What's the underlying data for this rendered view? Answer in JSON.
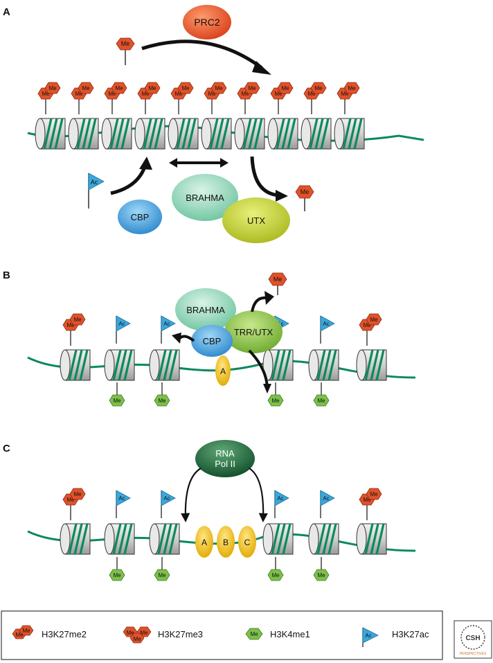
{
  "panels": {
    "a": {
      "letter": "A"
    },
    "b": {
      "letter": "B"
    },
    "c": {
      "letter": "C"
    }
  },
  "marks": {
    "me": "Me",
    "ac": "Ac"
  },
  "proteins": {
    "prc2": "PRC2",
    "brahma": "BRAHMA",
    "cbp": "CBP",
    "utx": "UTX",
    "trr_utx": "TRR/UTX",
    "activator_a": "A",
    "activator_b": "B",
    "activator_c": "C",
    "rna_pol_line1": "RNA",
    "rna_pol_line2": "Pol II"
  },
  "legend": {
    "h3k27me2": "H3K27me2",
    "h3k27me3": "H3K27me3",
    "h3k4me1": "H3K4me1",
    "h3k27ac": "H3K27ac"
  },
  "logo": {
    "text": "CSH",
    "subtext": "PERSPECTIVES"
  },
  "colors": {
    "dna": "#0a8a5a",
    "nucleosome": "#d9d9d9",
    "me_red": "#e0522a",
    "me_green": "#7cc04a",
    "ac_blue": "#3ba7dc",
    "prc2": "#e8552a",
    "brahma": "#8fd8b8",
    "cbp": "#3a9ee0",
    "utx": "#c8d830",
    "trr_utx": "#8cc640",
    "activator": "#f5c518",
    "pol2": "#1e6b3a"
  }
}
